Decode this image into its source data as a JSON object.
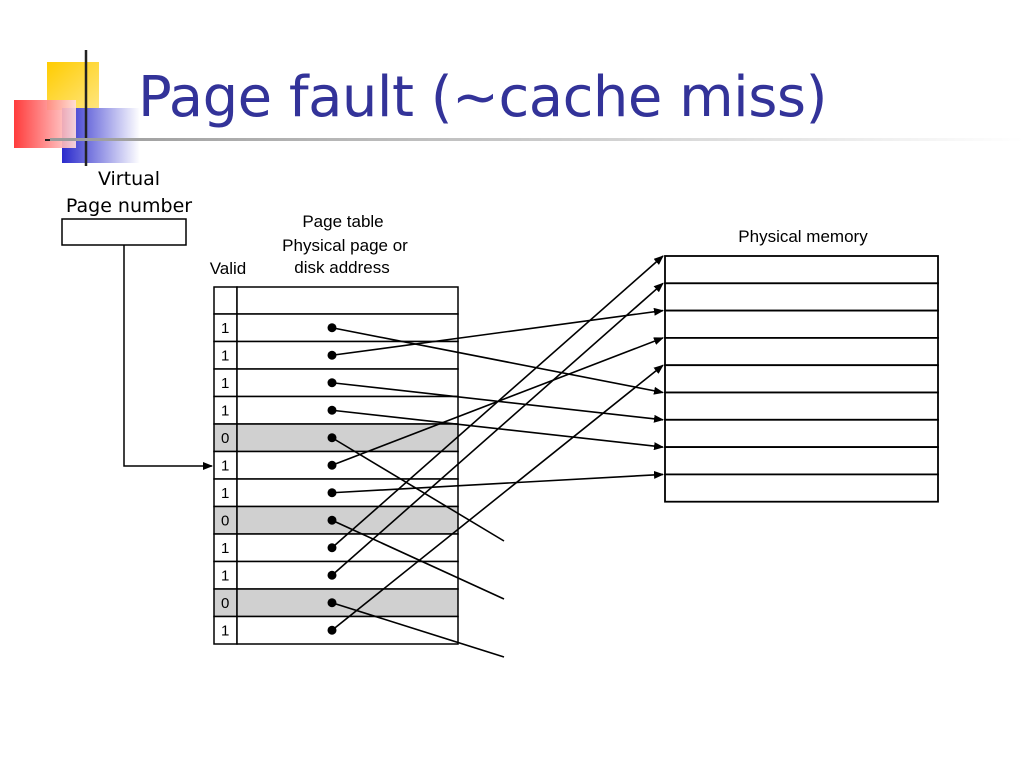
{
  "title": "Page fault (~cache miss)",
  "colors": {
    "title": "#333399",
    "invalid_row_fill": "#d0d0d0",
    "deco_yellow": "#ffcc00",
    "deco_blue": "#3333cc",
    "deco_red": "#ff3333"
  },
  "labels": {
    "virtual_line1": "Virtual",
    "virtual_line2": "Page number",
    "page_table": "Page table",
    "phys_or_disk_line1": "Physical page or",
    "phys_or_disk_line2": "disk address",
    "valid": "Valid",
    "physical_memory": "Physical memory"
  },
  "page_table": {
    "valid_bits": [
      "1",
      "1",
      "1",
      "1",
      "0",
      "1",
      "1",
      "0",
      "1",
      "1",
      "0",
      "1"
    ],
    "mappings": [
      {
        "target": "memory",
        "slot": 5
      },
      {
        "target": "memory",
        "slot": 2
      },
      {
        "target": "memory",
        "slot": 6
      },
      {
        "target": "memory",
        "slot": 7
      },
      {
        "target": "disk",
        "slot": 0
      },
      {
        "target": "memory",
        "slot": 3
      },
      {
        "target": "memory",
        "slot": 8
      },
      {
        "target": "disk",
        "slot": 1
      },
      {
        "target": "memory",
        "slot": 0
      },
      {
        "target": "memory",
        "slot": 1
      },
      {
        "target": "disk",
        "slot": 2
      },
      {
        "target": "memory",
        "slot": 4
      }
    ],
    "pointed_row": 5
  },
  "physical_memory": {
    "frames": 9
  }
}
